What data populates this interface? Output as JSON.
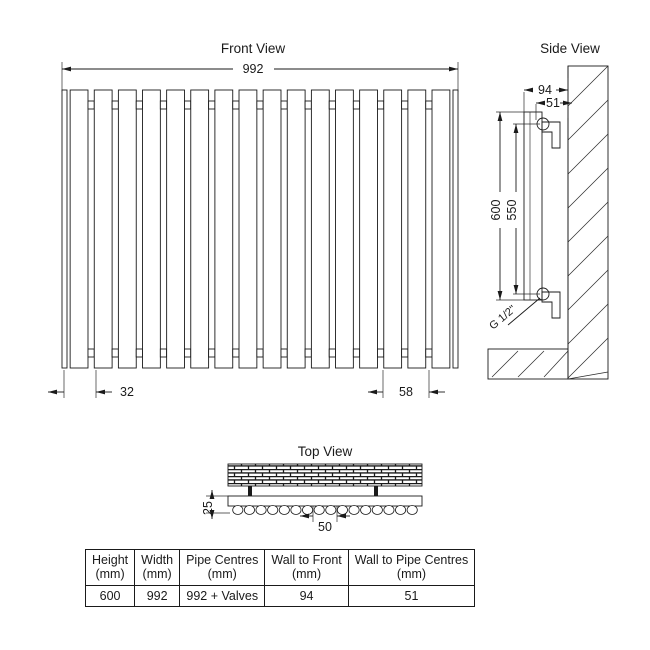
{
  "drawing": {
    "type": "radiator-technical-drawing",
    "views": {
      "front": {
        "title": "Front View",
        "width_dim": "992",
        "left_offset_dim": "32",
        "fin_pitch_dim": "58",
        "fin_count": 16
      },
      "side": {
        "title": "Side View",
        "wall_to_front_dim": "94",
        "wall_to_pipe_dim": "51",
        "height_dim": "600",
        "pipe_centres_dim": "550",
        "connection_label": "G 1/2\""
      },
      "top": {
        "title": "Top View",
        "depth_dim": "25",
        "tube_pitch_dim": "50",
        "tube_count": 16
      }
    }
  },
  "spec_table": {
    "headers": [
      {
        "name": "Height",
        "unit": "(mm)"
      },
      {
        "name": "Width",
        "unit": "(mm)"
      },
      {
        "name": "Pipe Centres",
        "unit": "(mm)"
      },
      {
        "name": "Wall to Front",
        "unit": "(mm)"
      },
      {
        "name": "Wall to Pipe Centres",
        "unit": "(mm)"
      }
    ],
    "values": [
      "600",
      "992",
      "992 + Valves",
      "94",
      "51"
    ]
  },
  "colors": {
    "line": "#1a1a1a",
    "background": "#ffffff",
    "hatch": "#2b2b2b"
  }
}
